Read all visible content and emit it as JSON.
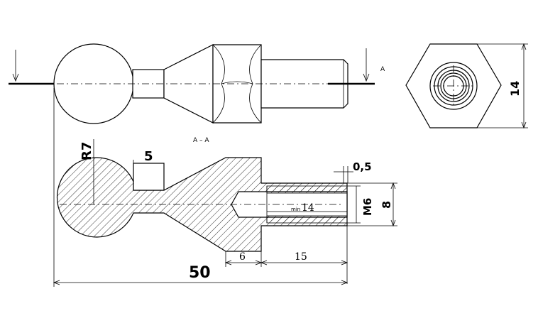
{
  "section_marks": {
    "left": "",
    "right": "A",
    "title": "A – A"
  },
  "dimensions": {
    "radius": "R7",
    "neck": "5",
    "overall_length": "50",
    "hex_length": "6",
    "thread_length": "15",
    "chamfer": "0,5",
    "thread": "M6",
    "diameter": "8",
    "min_depth_prefix": "min",
    "min_depth": "14",
    "hex_across_flats": "14"
  }
}
